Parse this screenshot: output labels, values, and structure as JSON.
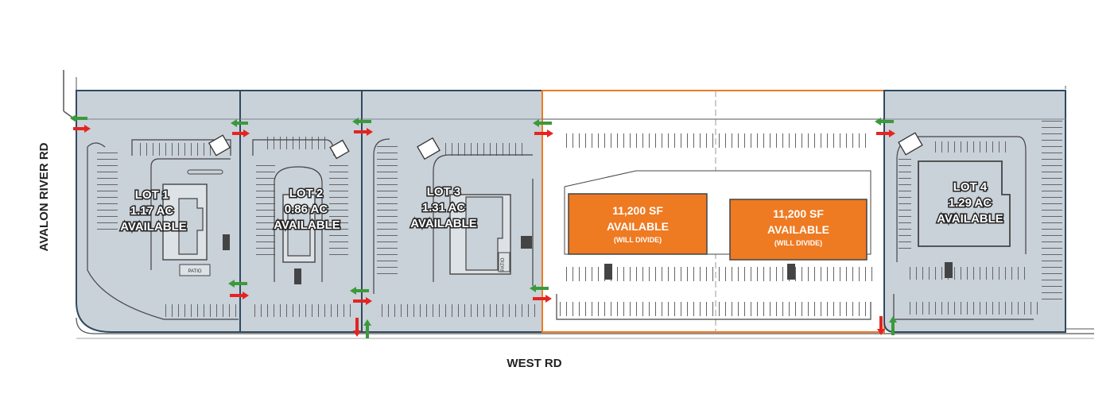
{
  "roads": {
    "west": "WEST RD",
    "avalon": "AVALON RIVER RD"
  },
  "lots": [
    {
      "name": "LOT 1",
      "acres": "1.17 AC",
      "status": "AVAILABLE"
    },
    {
      "name": "LOT 2",
      "acres": "0.86 AC",
      "status": "AVAILABLE"
    },
    {
      "name": "LOT 3",
      "acres": "1.31 AC",
      "status": "AVAILABLE"
    },
    {
      "name": "LOT 4",
      "acres": "1.29 AC",
      "status": "AVAILABLE"
    }
  ],
  "buildings": [
    {
      "size": "11,200 SF",
      "status": "AVAILABLE",
      "note": "(WILL DIVIDE)"
    },
    {
      "size": "11,200 SF",
      "status": "AVAILABLE",
      "note": "(WILL DIVIDE)"
    }
  ],
  "patio_label": "PATIO",
  "colors": {
    "lot_fill": "#c9d1d9",
    "lot_border": "#2f4a5f",
    "orange": "#ee7a22",
    "arrow_in": "#e52421",
    "arrow_out": "#3a9a3a"
  }
}
